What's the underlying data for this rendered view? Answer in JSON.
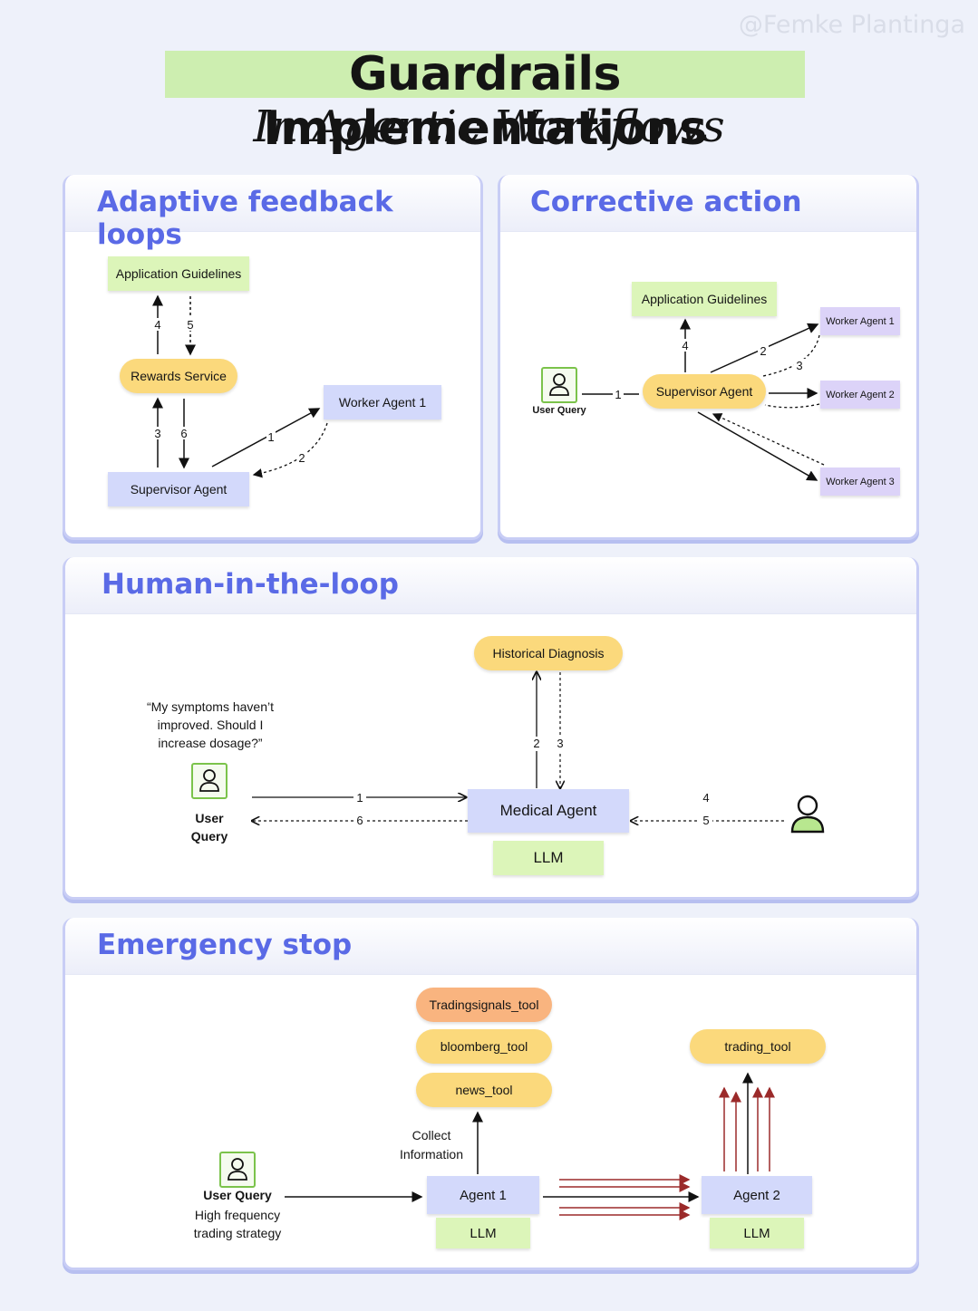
{
  "watermark": "@Femke Plantinga",
  "title": "Guardrails Implementations",
  "subtitle": "In Agentic Workflows",
  "adaptive": {
    "title": "Adaptive feedback loops",
    "guidelines": "Application Guidelines",
    "rewards": "Rewards Service",
    "worker": "Worker Agent 1",
    "supervisor": "Supervisor Agent",
    "steps": [
      "1",
      "2",
      "3",
      "4",
      "5",
      "6"
    ]
  },
  "corrective": {
    "title": "Corrective action",
    "guidelines": "Application Guidelines",
    "supervisor": "Supervisor Agent",
    "user_query": "User Query",
    "workers": [
      "Worker Agent 1",
      "Worker Agent 2",
      "Worker Agent 3"
    ],
    "steps": [
      "1",
      "2",
      "3",
      "4"
    ]
  },
  "human": {
    "title": "Human-in-the-loop",
    "quote": "“My symptoms haven’t improved. Should I increase dosage?”",
    "user_query": "User Query",
    "historical": "Historical Diagnosis",
    "medical": "Medical Agent",
    "llm": "LLM",
    "steps": [
      "1",
      "2",
      "3",
      "4",
      "5",
      "6"
    ]
  },
  "emergency": {
    "title": "Emergency stop",
    "tools": [
      "Tradingsignals_tool",
      "bloomberg_tool",
      "news_tool"
    ],
    "trading_tool": "trading_tool",
    "collect": "Collect Information",
    "agent1": "Agent 1",
    "agent2": "Agent 2",
    "llm": "LLM",
    "user_query": "User Query",
    "strategy": "High frequency trading strategy"
  },
  "colors": {
    "accent": "#5a6ae6",
    "green": "#dcf5b9",
    "blue": "#d3d9fb",
    "yellow": "#fbd97c",
    "orange": "#f9b47f",
    "purple": "#dcd3f8",
    "red_arrow": "#9b2a2a"
  },
  "icons": [
    "user-icon",
    "person-icon"
  ]
}
